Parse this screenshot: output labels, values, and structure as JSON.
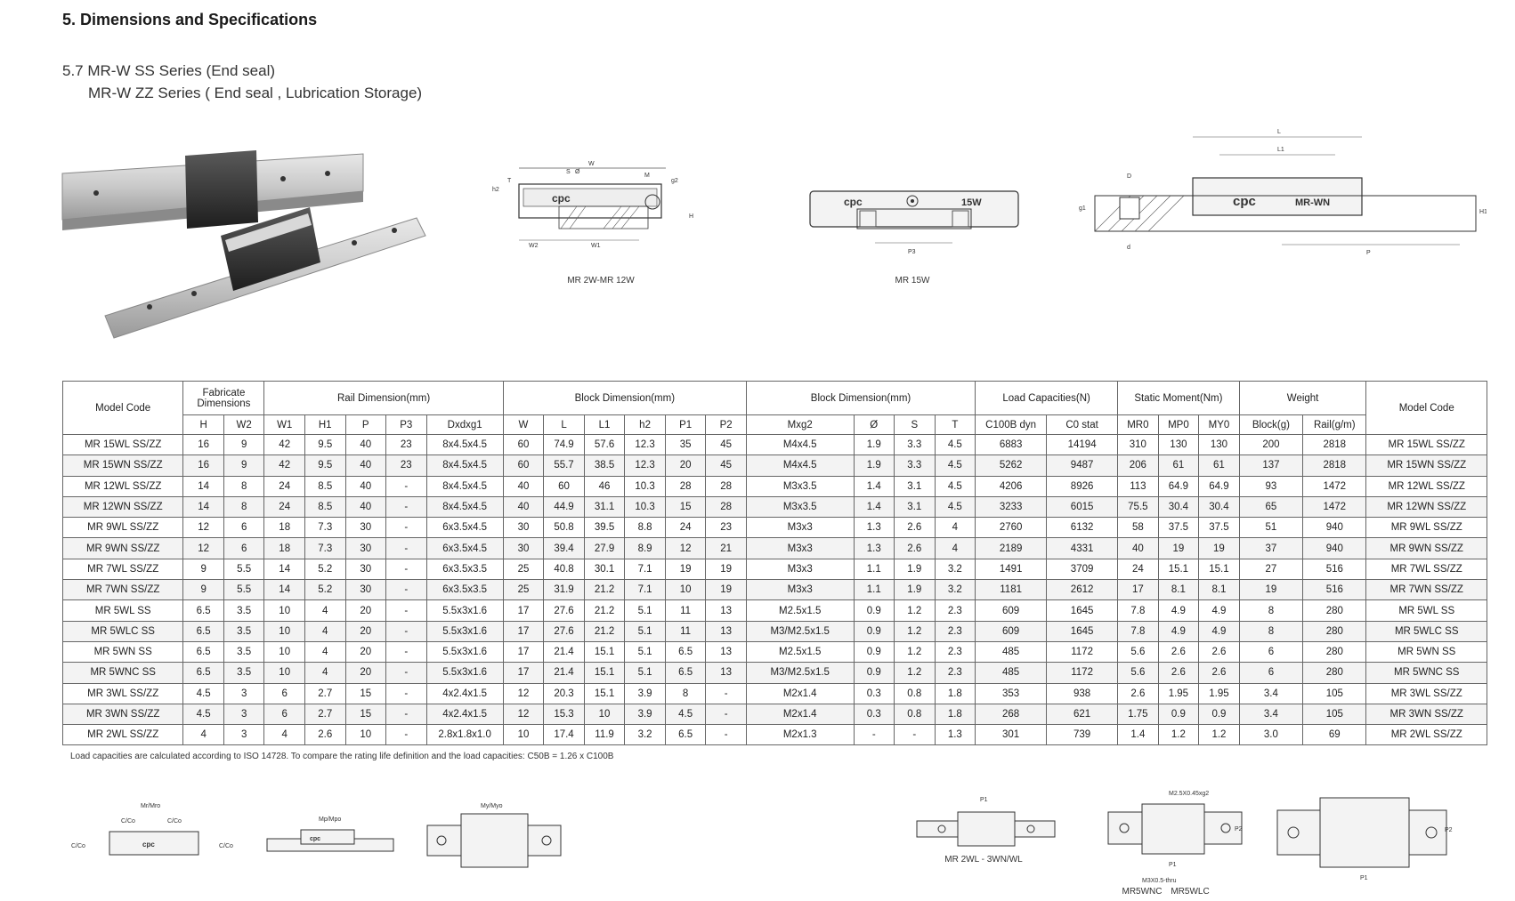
{
  "heading": "5. Dimensions and Specifications",
  "subheading_1": "5.7 MR-W SS Series (End seal)",
  "subheading_2": "MR-W ZZ Series ( End seal , Lubrication Storage)",
  "figures": {
    "caption_small": "MR 2W-MR 12W",
    "caption_15w": "MR 15W",
    "brand": "cpc",
    "block_15w": "15W",
    "block_wn": "MR-WN",
    "labels": {
      "W": "W",
      "M": "M",
      "T": "T",
      "S": "S",
      "phi": "Ø",
      "g2": "g2",
      "H": "H",
      "h2": "h2",
      "W2": "W2",
      "W1": "W1",
      "P3": "P3",
      "L": "L",
      "L1": "L1",
      "D": "D",
      "d": "d",
      "g1": "g1",
      "H1": "H1",
      "P": "P",
      "P1": "P1",
      "P2": "P2"
    },
    "bottom": {
      "mr_mro": "Mr/Mro",
      "mp_mpo": "Mp/Mpo",
      "my_myo": "My/Myo",
      "c_co": "C/Co",
      "caption_2wl": "MR 2WL - 3WN/WL",
      "m2_label": "M2.5X0.45xg2",
      "m3_thru": "M3X0.5-thru",
      "caption_5wnc": "MR5WNC",
      "caption_5wlc": "MR5WLC"
    }
  },
  "table": {
    "group_headers": {
      "model_code": "Model Code",
      "fabricate": "Fabricate Dimensions",
      "rail": "Rail Dimension(mm)",
      "block1": "Block Dimension(mm)",
      "block2": "Block Dimension(mm)",
      "load": "Load Capacities(N)",
      "moment": "Static Moment(Nm)",
      "weight": "Weight"
    },
    "sub_headers": {
      "H": "H",
      "W2": "W2",
      "W1": "W1",
      "H1": "H1",
      "P": "P",
      "P3": "P3",
      "Dxdxg1": "Dxdxg1",
      "W": "W",
      "L": "L",
      "L1": "L1",
      "h2": "h2",
      "P1": "P1",
      "P2": "P2",
      "Mxg2": "Mxg2",
      "phi": "Ø",
      "S": "S",
      "T": "T",
      "C100B": "C100B  dyn",
      "C0": "C0   stat",
      "MR0": "MR0",
      "MP0": "MP0",
      "MY0": "MY0",
      "block_g": "Block(g)",
      "rail_gm": "Rail(g/m)"
    },
    "rows": [
      [
        "MR 15WL SS/ZZ",
        "16",
        "9",
        "42",
        "9.5",
        "40",
        "23",
        "8x4.5x4.5",
        "60",
        "74.9",
        "57.6",
        "12.3",
        "35",
        "45",
        "M4x4.5",
        "1.9",
        "3.3",
        "4.5",
        "6883",
        "14194",
        "310",
        "130",
        "130",
        "200",
        "2818",
        "MR 15WL SS/ZZ"
      ],
      [
        "MR 15WN SS/ZZ",
        "16",
        "9",
        "42",
        "9.5",
        "40",
        "23",
        "8x4.5x4.5",
        "60",
        "55.7",
        "38.5",
        "12.3",
        "20",
        "45",
        "M4x4.5",
        "1.9",
        "3.3",
        "4.5",
        "5262",
        "9487",
        "206",
        "61",
        "61",
        "137",
        "2818",
        "MR 15WN SS/ZZ"
      ],
      [
        "MR 12WL SS/ZZ",
        "14",
        "8",
        "24",
        "8.5",
        "40",
        "-",
        "8x4.5x4.5",
        "40",
        "60",
        "46",
        "10.3",
        "28",
        "28",
        "M3x3.5",
        "1.4",
        "3.1",
        "4.5",
        "4206",
        "8926",
        "113",
        "64.9",
        "64.9",
        "93",
        "1472",
        "MR 12WL SS/ZZ"
      ],
      [
        "MR 12WN SS/ZZ",
        "14",
        "8",
        "24",
        "8.5",
        "40",
        "-",
        "8x4.5x4.5",
        "40",
        "44.9",
        "31.1",
        "10.3",
        "15",
        "28",
        "M3x3.5",
        "1.4",
        "3.1",
        "4.5",
        "3233",
        "6015",
        "75.5",
        "30.4",
        "30.4",
        "65",
        "1472",
        "MR 12WN SS/ZZ"
      ],
      [
        "MR 9WL SS/ZZ",
        "12",
        "6",
        "18",
        "7.3",
        "30",
        "-",
        "6x3.5x4.5",
        "30",
        "50.8",
        "39.5",
        "8.8",
        "24",
        "23",
        "M3x3",
        "1.3",
        "2.6",
        "4",
        "2760",
        "6132",
        "58",
        "37.5",
        "37.5",
        "51",
        "940",
        "MR 9WL SS/ZZ"
      ],
      [
        "MR 9WN SS/ZZ",
        "12",
        "6",
        "18",
        "7.3",
        "30",
        "-",
        "6x3.5x4.5",
        "30",
        "39.4",
        "27.9",
        "8.9",
        "12",
        "21",
        "M3x3",
        "1.3",
        "2.6",
        "4",
        "2189",
        "4331",
        "40",
        "19",
        "19",
        "37",
        "940",
        "MR 9WN SS/ZZ"
      ],
      [
        "MR 7WL SS/ZZ",
        "9",
        "5.5",
        "14",
        "5.2",
        "30",
        "-",
        "6x3.5x3.5",
        "25",
        "40.8",
        "30.1",
        "7.1",
        "19",
        "19",
        "M3x3",
        "1.1",
        "1.9",
        "3.2",
        "1491",
        "3709",
        "24",
        "15.1",
        "15.1",
        "27",
        "516",
        "MR 7WL SS/ZZ"
      ],
      [
        "MR 7WN SS/ZZ",
        "9",
        "5.5",
        "14",
        "5.2",
        "30",
        "-",
        "6x3.5x3.5",
        "25",
        "31.9",
        "21.2",
        "7.1",
        "10",
        "19",
        "M3x3",
        "1.1",
        "1.9",
        "3.2",
        "1181",
        "2612",
        "17",
        "8.1",
        "8.1",
        "19",
        "516",
        "MR 7WN SS/ZZ"
      ],
      [
        "MR 5WL SS",
        "6.5",
        "3.5",
        "10",
        "4",
        "20",
        "-",
        "5.5x3x1.6",
        "17",
        "27.6",
        "21.2",
        "5.1",
        "11",
        "13",
        "M2.5x1.5",
        "0.9",
        "1.2",
        "2.3",
        "609",
        "1645",
        "7.8",
        "4.9",
        "4.9",
        "8",
        "280",
        "MR 5WL SS"
      ],
      [
        "MR 5WLC SS",
        "6.5",
        "3.5",
        "10",
        "4",
        "20",
        "-",
        "5.5x3x1.6",
        "17",
        "27.6",
        "21.2",
        "5.1",
        "11",
        "13",
        "M3/M2.5x1.5",
        "0.9",
        "1.2",
        "2.3",
        "609",
        "1645",
        "7.8",
        "4.9",
        "4.9",
        "8",
        "280",
        "MR 5WLC SS"
      ],
      [
        "MR 5WN SS",
        "6.5",
        "3.5",
        "10",
        "4",
        "20",
        "-",
        "5.5x3x1.6",
        "17",
        "21.4",
        "15.1",
        "5.1",
        "6.5",
        "13",
        "M2.5x1.5",
        "0.9",
        "1.2",
        "2.3",
        "485",
        "1172",
        "5.6",
        "2.6",
        "2.6",
        "6",
        "280",
        "MR 5WN SS"
      ],
      [
        "MR 5WNC SS",
        "6.5",
        "3.5",
        "10",
        "4",
        "20",
        "-",
        "5.5x3x1.6",
        "17",
        "21.4",
        "15.1",
        "5.1",
        "6.5",
        "13",
        "M3/M2.5x1.5",
        "0.9",
        "1.2",
        "2.3",
        "485",
        "1172",
        "5.6",
        "2.6",
        "2.6",
        "6",
        "280",
        "MR 5WNC SS"
      ],
      [
        "MR 3WL SS/ZZ",
        "4.5",
        "3",
        "6",
        "2.7",
        "15",
        "-",
        "4x2.4x1.5",
        "12",
        "20.3",
        "15.1",
        "3.9",
        "8",
        "-",
        "M2x1.4",
        "0.3",
        "0.8",
        "1.8",
        "353",
        "938",
        "2.6",
        "1.95",
        "1.95",
        "3.4",
        "105",
        "MR 3WL SS/ZZ"
      ],
      [
        "MR 3WN SS/ZZ",
        "4.5",
        "3",
        "6",
        "2.7",
        "15",
        "-",
        "4x2.4x1.5",
        "12",
        "15.3",
        "10",
        "3.9",
        "4.5",
        "-",
        "M2x1.4",
        "0.3",
        "0.8",
        "1.8",
        "268",
        "621",
        "1.75",
        "0.9",
        "0.9",
        "3.4",
        "105",
        "MR 3WN SS/ZZ"
      ],
      [
        "MR 2WL SS/ZZ",
        "4",
        "3",
        "4",
        "2.6",
        "10",
        "-",
        "2.8x1.8x1.0",
        "10",
        "17.4",
        "11.9",
        "3.2",
        "6.5",
        "-",
        "M2x1.3",
        "-",
        "-",
        "1.3",
        "301",
        "739",
        "1.4",
        "1.2",
        "1.2",
        "3.0",
        "69",
        "MR 2WL SS/ZZ"
      ]
    ]
  },
  "footnote": "Load capacities are calculated according to ISO 14728. To compare the rating life definition and the load capacities: C50B = 1.26 x C100B"
}
